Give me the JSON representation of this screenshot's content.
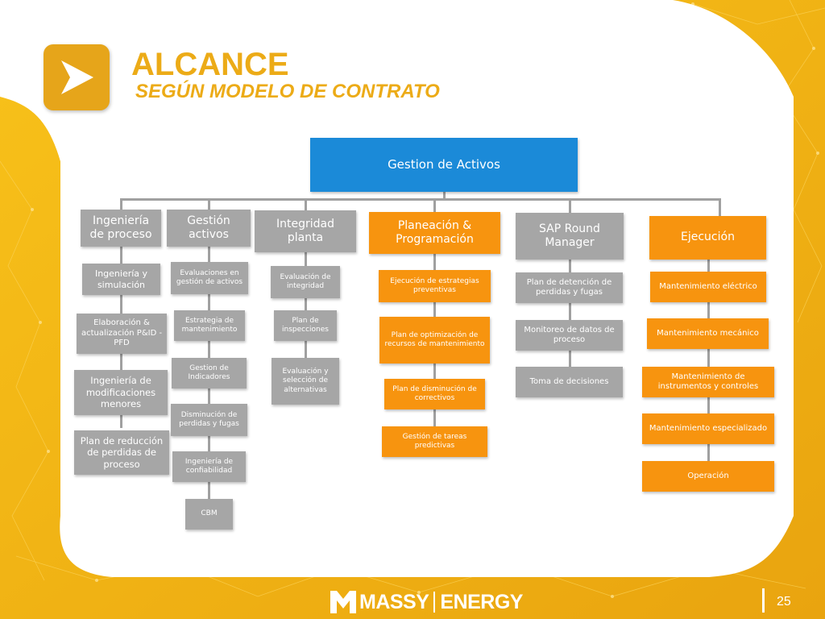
{
  "slide": {
    "title": "ALCANCE",
    "subtitle": "SEGÚN MODELO DE CONTRATO",
    "page_number": "25",
    "brand_left": "MASSY",
    "brand_right": "ENERGY"
  },
  "colors": {
    "gray_box": "#a6a6a6",
    "orange_box": "#f7940f",
    "blue_box": "#1b8ad8",
    "gold": "#ecab17"
  },
  "org": {
    "root": "Gestion de Activos",
    "branches": [
      {
        "head": "Ingeniería de proceso",
        "items": [
          "Ingeniería y simulación",
          "Elaboración & actualización  P&ID - PFD",
          "Ingeniería de modificaciones menores",
          "Plan de reducción de perdidas de proceso"
        ]
      },
      {
        "head": "Gestión activos",
        "items": [
          "Evaluaciones en gestión de activos",
          "Estrategia de mantenimiento",
          "Gestion de Indicadores",
          "Disminución de perdidas y fugas",
          "Ingeniería de confiabilidad",
          "CBM"
        ]
      },
      {
        "head": "Integridad planta",
        "items": [
          "Evaluación de integridad",
          "Plan de inspecciones",
          "Evaluación y selección de alternativas"
        ]
      },
      {
        "head": "Planeación & Programación",
        "items": [
          "Ejecución de estrategias preventivas",
          "Plan de optimización de recursos de mantenimiento",
          "Plan de disminución de correctivos",
          "Gestión de tareas predictivas"
        ]
      },
      {
        "head": "SAP Round Manager",
        "items": [
          "Plan de detención de perdidas y fugas",
          "Monitoreo de datos de proceso",
          "Toma de decisiones"
        ]
      },
      {
        "head": "Ejecución",
        "items": [
          "Mantenimiento eléctrico",
          "Mantenimiento mecánico",
          "Mantenimiento de instrumentos y controles",
          "Mantenimiento especializado",
          "Operación"
        ]
      }
    ]
  }
}
